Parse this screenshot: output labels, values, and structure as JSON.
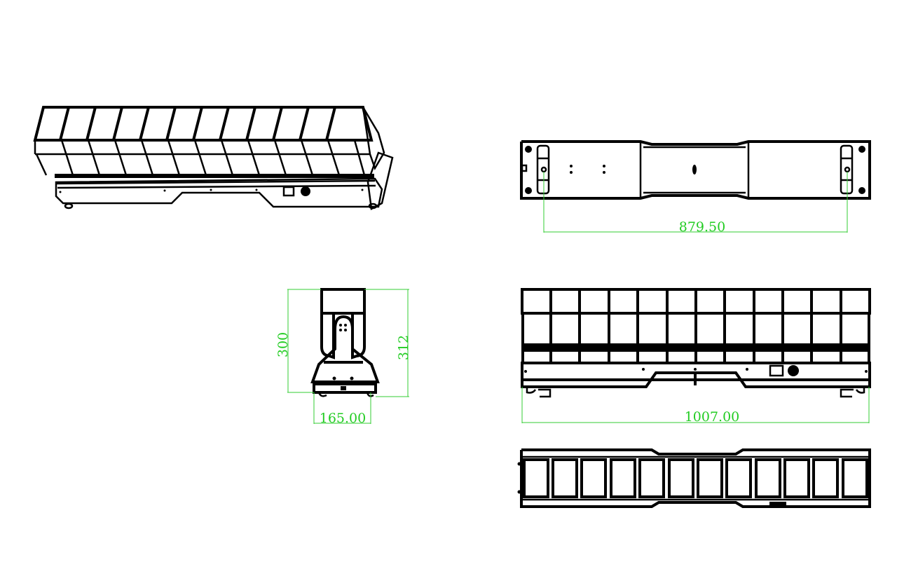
{
  "drawing": {
    "type": "technical-drawing",
    "views": [
      {
        "name": "isometric-view",
        "modules": 12
      },
      {
        "name": "top-view",
        "modules": 0
      },
      {
        "name": "side-view",
        "modules": 1
      },
      {
        "name": "front-view",
        "modules": 12
      },
      {
        "name": "bottom-view",
        "modules": 12
      }
    ],
    "dimensions": {
      "mount_spacing": "879.50",
      "side_height_left": "300",
      "side_height_right": "312",
      "side_width": "165.00",
      "overall_length": "1007.00"
    },
    "colors": {
      "line": "#000000",
      "dimension": "#22cc22",
      "background": "#ffffff"
    }
  }
}
